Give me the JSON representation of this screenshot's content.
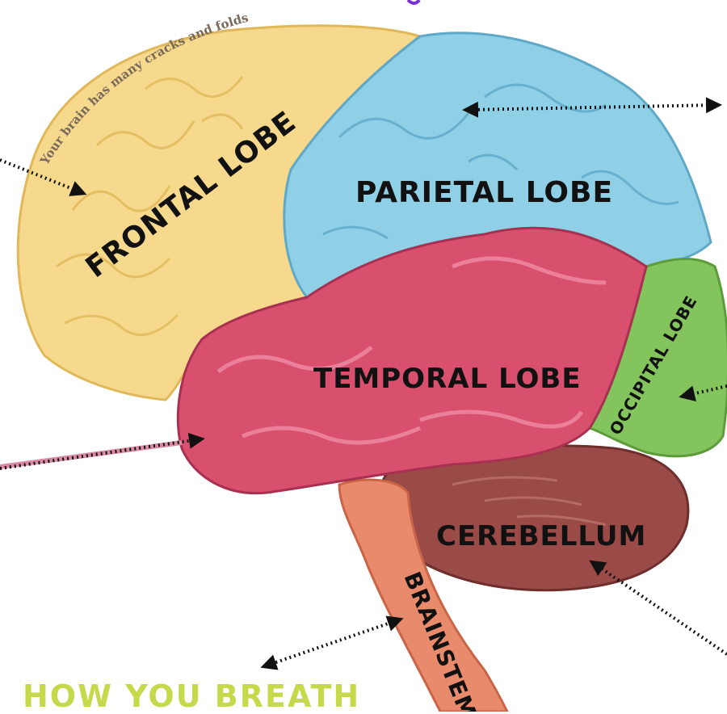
{
  "diagram": {
    "curved_note": "Your brain has many cracks and folds",
    "labels": {
      "frontal": "FRONTAL LOBE",
      "parietal": "PARIETAL LOBE",
      "temporal": "TEMPORAL LOBE",
      "occipital": "OCCIPITAL LOBE",
      "cerebellum": "CEREBELLUM",
      "brainstem": "BRAINSTEM"
    },
    "bottom_caption": "HOW YOU BREATH"
  },
  "colors": {
    "frontal": "#f6d98c",
    "parietal": "#8fd0e6",
    "temporal": "#d9506f",
    "occipital": "#84c45c",
    "cerebellum": "#9a4a47",
    "brainstem": "#e88a6c",
    "caption": "#c5d94a"
  }
}
